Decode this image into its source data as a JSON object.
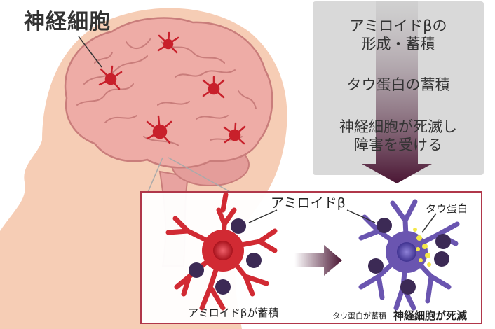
{
  "title": "神経細胞",
  "steps": [
    {
      "line1": "アミロイドβの",
      "line2": "形成・蓄積"
    },
    {
      "line1": "タウ蛋白の蓄積",
      "line2": ""
    },
    {
      "line1": "神経細胞が死滅し",
      "line2": "障害を受ける"
    }
  ],
  "inset": {
    "amyloid_callout": "アミロイドβ",
    "tau_callout": "タウ蛋白",
    "caption_left": "アミロイドβが蓄積",
    "caption_mid": "タウ蛋白が蓄積",
    "caption_right": "神経細胞が死滅"
  },
  "colors": {
    "skin": "#f6cdb5",
    "brain": "#e9a7a0",
    "brain_outline": "#c97d7b",
    "neuron_red": "#d12a33",
    "neuron_purple": "#6a55b0",
    "amyloid_dark": "#3c2a55",
    "tau_yellow": "#f4e84a",
    "arrow_dark": "#4a1533",
    "frame": "#b0374a"
  }
}
